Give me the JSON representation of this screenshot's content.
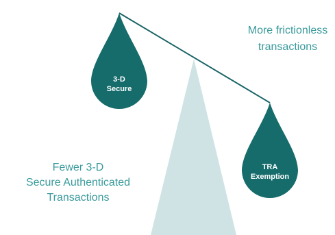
{
  "colors": {
    "drop": "#166b6b",
    "beam": "#1a6466",
    "fulcrum": "#cfe3e4",
    "caption": "#3a9a9c",
    "label": "#ffffff"
  },
  "left_weight": {
    "line1": "3-D",
    "line2": "Secure"
  },
  "right_weight": {
    "line1": "TRA",
    "line2": "Exemption"
  },
  "caption_top": {
    "line1": "More frictionless",
    "line2": "transactions"
  },
  "caption_bottom": {
    "line1": "Fewer 3-D",
    "line2": "Secure Authenticated",
    "line3": "Transactions"
  }
}
